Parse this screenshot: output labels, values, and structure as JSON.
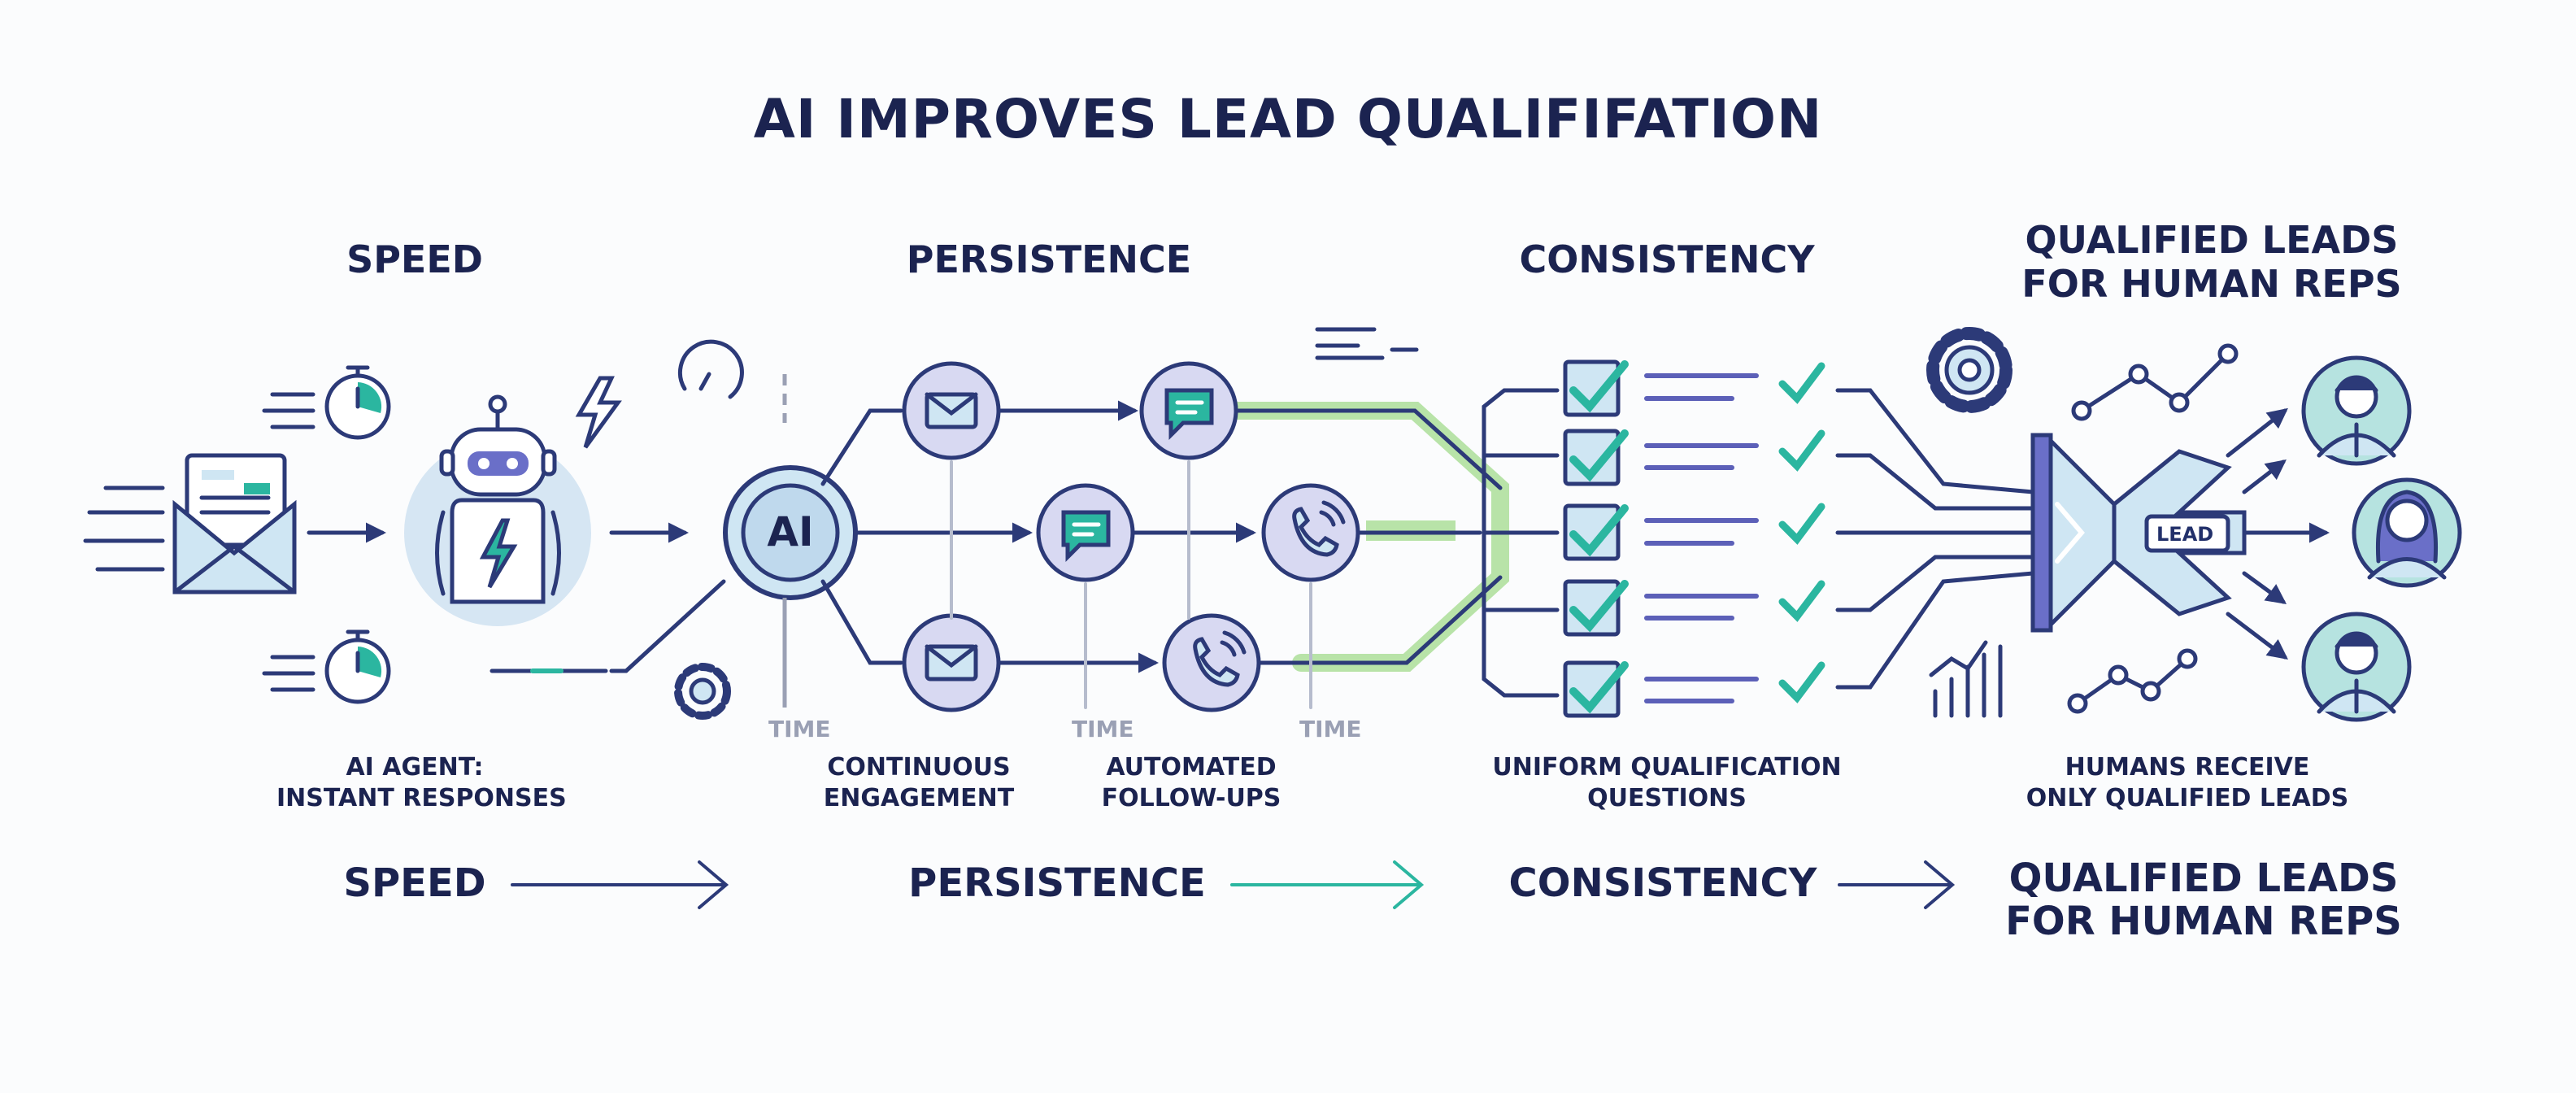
{
  "title": "AI IMPROVES LEAD QUALIFIFATION",
  "stage_headers": {
    "speed": "SPEED",
    "persistence": "PERSISTENCE",
    "consistency": "CONSISTENCY",
    "qualified_line1": "QUALIFIED LEADS",
    "qualified_line2": "FOR HUMAN REPS"
  },
  "node_labels": {
    "ai": "AI",
    "lead": "LEAD",
    "time": "TIME"
  },
  "captions": {
    "speed_line1": "AI AGENT:",
    "speed_line2": "INSTANT RESPONSES",
    "persistence_a_line1": "CONTINUOUS",
    "persistence_a_line2": "ENGAGEMENT",
    "persistence_b_line1": "AUTOMATED",
    "persistence_b_line2": "FOLLOW-UPS",
    "consistency_line1": "UNIFORM QUALIFICATION",
    "consistency_line2": "QUESTIONS",
    "qualified_line1": "HUMANS RECEIVE",
    "qualified_line2": "ONLY QUALIFIED LEADS"
  },
  "bottom_row": {
    "speed": "SPEED",
    "persistence": "PERSISTENCE",
    "consistency": "CONSISTENCY",
    "qualified_line1": "QUALIFIED LEADS",
    "qualified_line2": "FOR HUMAN REPS"
  },
  "colors": {
    "navy": "#1b2350",
    "line": "#2c3a78",
    "teal": "#2bb6a0",
    "green_band": "#b8e3a8",
    "lavender": "#d8d9f2",
    "soft_blue": "#cfe6f3"
  }
}
